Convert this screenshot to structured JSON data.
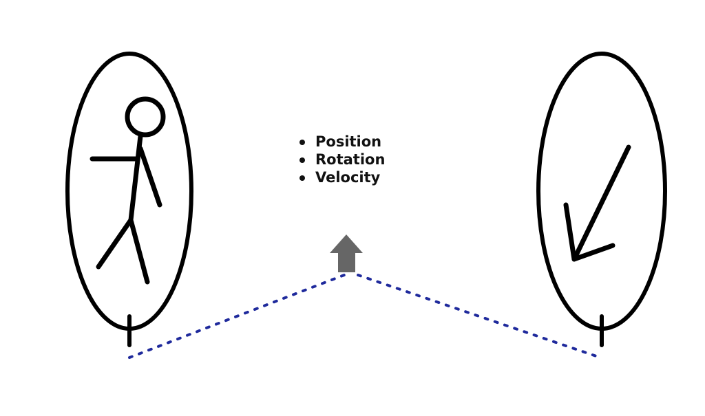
{
  "properties": {
    "items": [
      {
        "label": "Position"
      },
      {
        "label": "Rotation"
      },
      {
        "label": "Velocity"
      }
    ]
  },
  "colors": {
    "outline": "#000000",
    "dotted_link": "#1f2a9c",
    "up_arrow": "#666666",
    "text": "#111111"
  },
  "icons": {
    "left_object": "stick-figure-icon",
    "right_object": "down-left-arrow-icon",
    "center_marker": "up-arrow-icon"
  }
}
